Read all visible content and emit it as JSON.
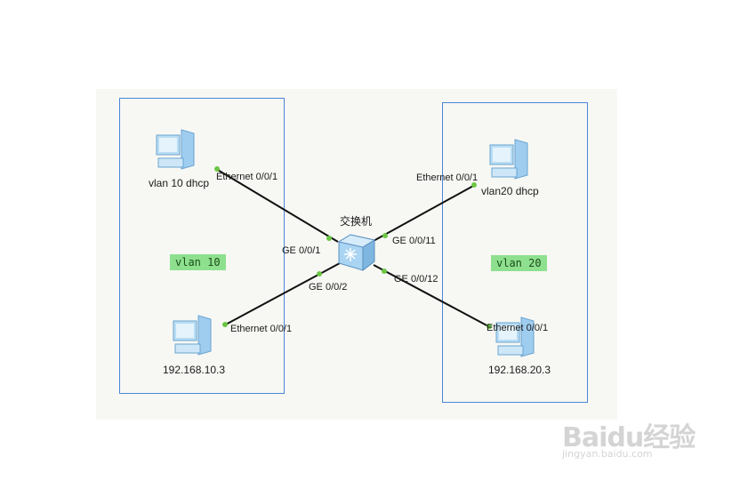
{
  "diagram": {
    "switch": {
      "label": "交换机"
    },
    "vlans": [
      {
        "tag": "vlan 10"
      },
      {
        "tag": "vlan 20"
      }
    ],
    "hosts": [
      {
        "label": "vlan 10 dhcp",
        "port": "Ethernet 0/0/1",
        "switch_port": "GE 0/0/1"
      },
      {
        "label": "192.168.10.3",
        "port": "Ethernet 0/0/1",
        "switch_port": "GE 0/0/2"
      },
      {
        "label": "vlan20 dhcp",
        "port": "Ethernet 0/0/1",
        "switch_port": "GE 0/0/11"
      },
      {
        "label": "192.168.20.3",
        "port": "Ethernet 0/0/1",
        "switch_port": "GE 0/0/12"
      }
    ],
    "colors": {
      "box_border": "#4a86d8",
      "link": "#111111",
      "port_dot": "#6cc644",
      "vlan_tag_bg": "#8ee08e"
    }
  },
  "watermark": {
    "main": "Baidu经验",
    "sub": "jingyan.baidu.com"
  }
}
